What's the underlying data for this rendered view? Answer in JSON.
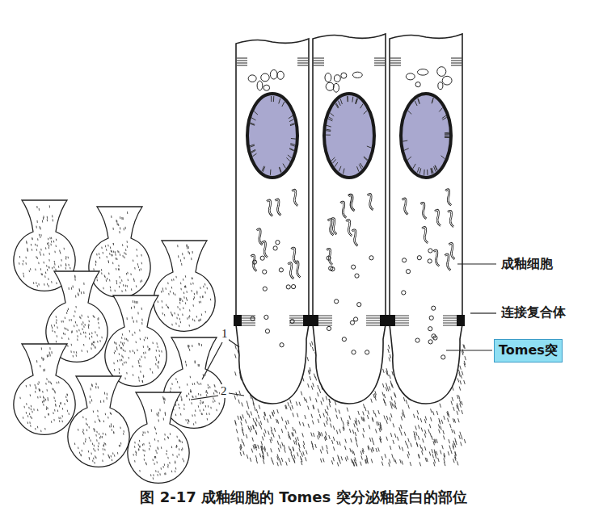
{
  "diagram": {
    "caption": "图 2-17 成釉细胞的 Tomes 突分泌釉蛋白的部位",
    "nodes": [
      {
        "text": [
          "Tomes突"
        ]
      }
    ],
    "labels": [
      "成釉细胞",
      "连接复合体",
      "1",
      "2"
    ]
  }
}
